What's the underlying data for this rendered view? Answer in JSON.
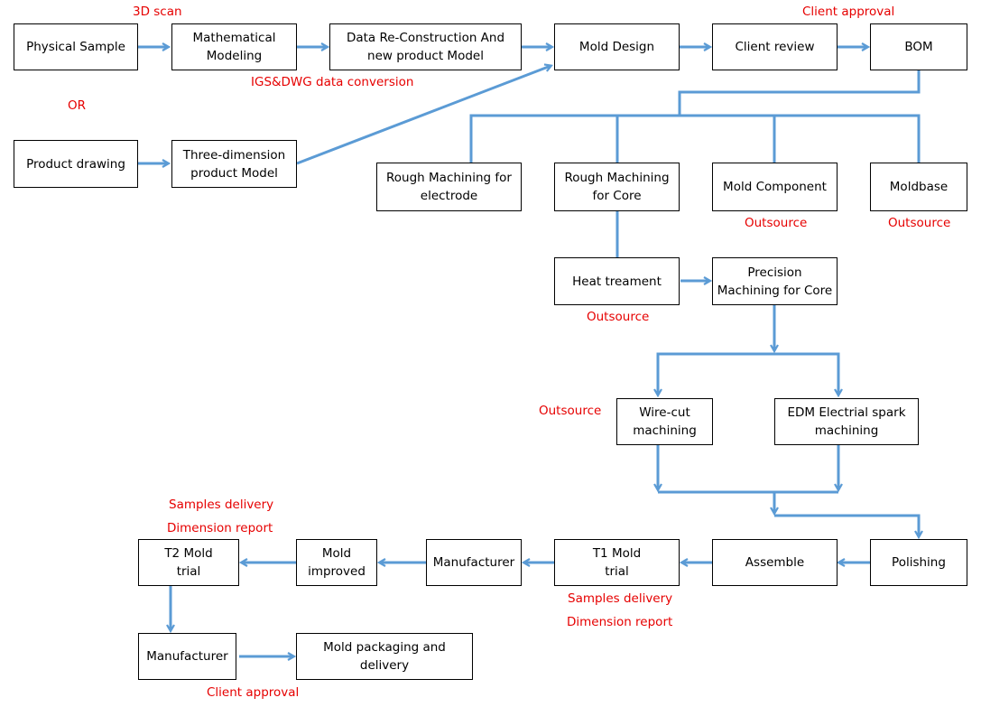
{
  "colors": {
    "connector": "#5b9bd5",
    "note": "#e60000",
    "border": "#000000"
  },
  "boxes": {
    "physical_sample": "Physical Sample",
    "mathematical_modeling": "Mathematical Modeling",
    "data_reconstruction": "Data Re-Construction And new product Model",
    "mold_design": "Mold Design",
    "client_review": "Client review",
    "bom": "BOM",
    "product_drawing": "Product drawing",
    "three_dimension_model": "Three-dimension product Model",
    "rough_electrode": "Rough Machining for electrode",
    "rough_core": "Rough Machining for Core",
    "mold_component": "Mold Component",
    "moldbase": "Moldbase",
    "heat_treatment": "Heat treament",
    "precision_core": "Precision Machining for Core",
    "wire_cut": "Wire-cut machining",
    "edm": "EDM Electrial spark machining",
    "polishing": "Polishing",
    "assemble": "Assemble",
    "t1_trial": "T1 Mold trial",
    "manufacturer_1": "Manufacturer",
    "mold_improved": "Mold improved",
    "t2_trial": "T2 Mold trial",
    "manufacturer_2": "Manufacturer",
    "packaging": "Mold packaging and delivery"
  },
  "notes": {
    "scan": "3D scan",
    "client_approval_top": "Client approval",
    "igs": "IGS&DWG data conversion",
    "or": "OR",
    "outsource_component": "Outsource",
    "outsource_moldbase": "Outsource",
    "outsource_heat": "Outsource",
    "outsource_wire": "Outsource",
    "samples_t2": "Samples delivery",
    "dimension_t2": "Dimension report",
    "samples_t1": "Samples delivery",
    "dimension_t1": "Dimension report",
    "client_approval_bottom": "Client approval"
  }
}
